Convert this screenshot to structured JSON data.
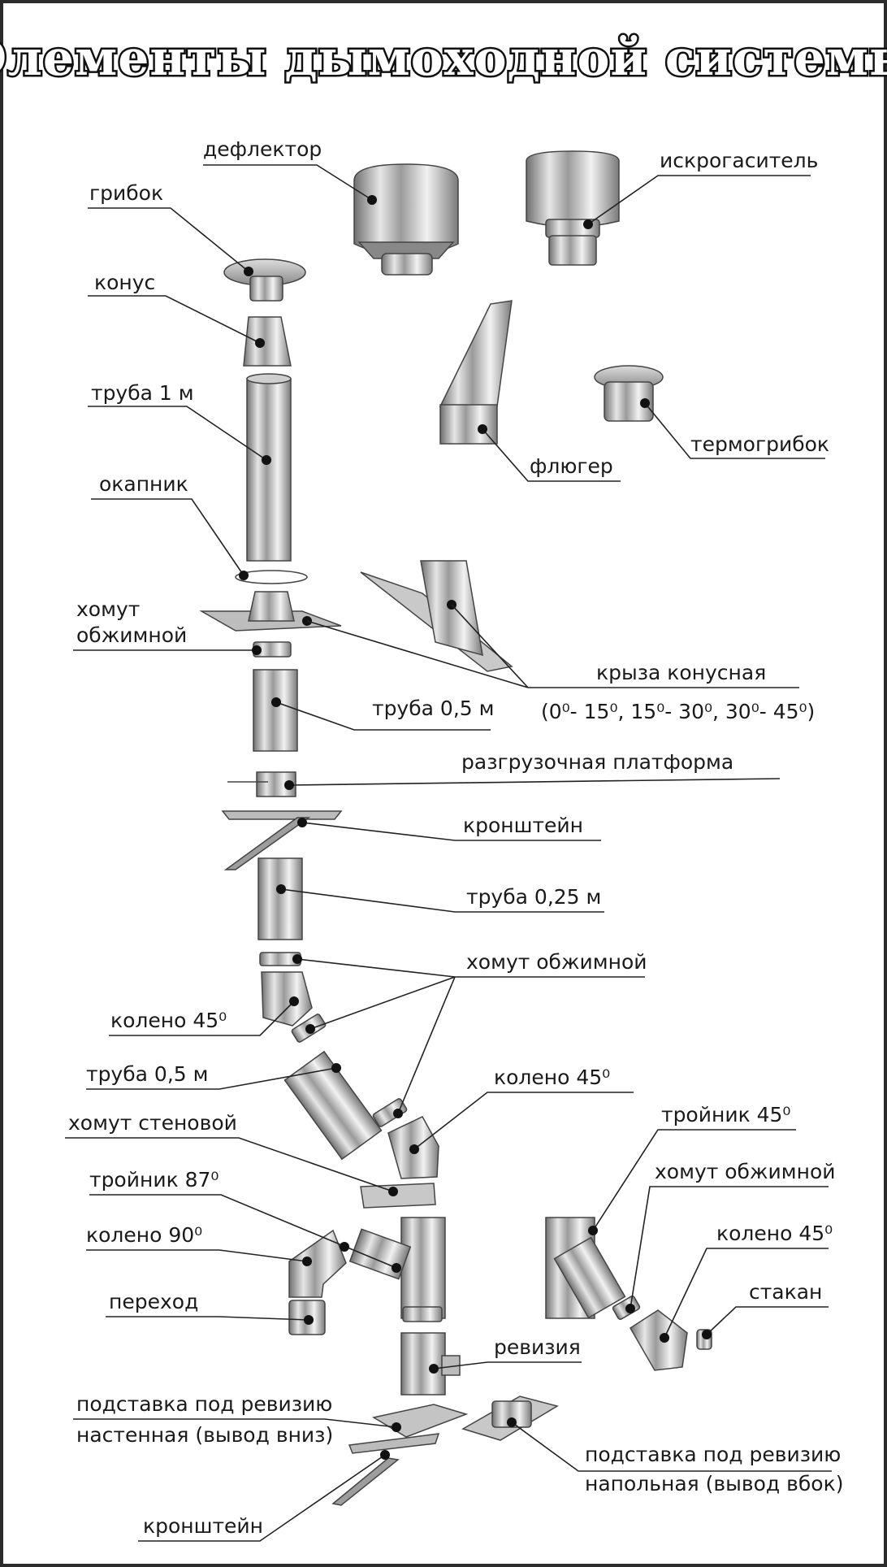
{
  "title": "Элементы дымоходной системы",
  "labels": {
    "deflector": "дефлектор",
    "spark_arrester": "искрогаситель",
    "cap": "грибок",
    "cone": "конус",
    "pipe_1m": "труба 1 м",
    "drip_ring": "окапник",
    "clamp_top_line1": "хомут",
    "clamp_top_line2": "обжимной",
    "weather_vane": "флюгер",
    "thermo_cap": "термогрибок",
    "roof_flashing": "крыза конусная",
    "roof_flashing_angles": "(0⁰- 15⁰, 15⁰- 30⁰, 30⁰- 45⁰)",
    "pipe_05m_a": "труба 0,5 м",
    "unload_platform": "разгрузочная платформа",
    "bracket_a": "кронштейн",
    "pipe_025m": "труба 0,25 м",
    "clamp_mid": "хомут обжимной",
    "elbow45_a": "колено 45⁰",
    "pipe_05m_b": "труба 0,5 м",
    "elbow45_b": "колено 45⁰",
    "wall_clamp": "хомут стеновой",
    "tee45": "тройник 45⁰",
    "clamp_right": "хомут обжимной",
    "tee87": "тройник 87⁰",
    "elbow90": "колено 90⁰",
    "elbow45_c": "колено 45⁰",
    "adapter": "переход",
    "sleeve": "стакан",
    "inspection": "ревизия",
    "wall_stand_line1": "подставка под ревизию",
    "wall_stand_line2": "настенная (вывод вниз)",
    "floor_stand_line1": "подставка под ревизию",
    "floor_stand_line2": "напольная (вывод вбок)",
    "bracket_b": "кронштейн"
  }
}
